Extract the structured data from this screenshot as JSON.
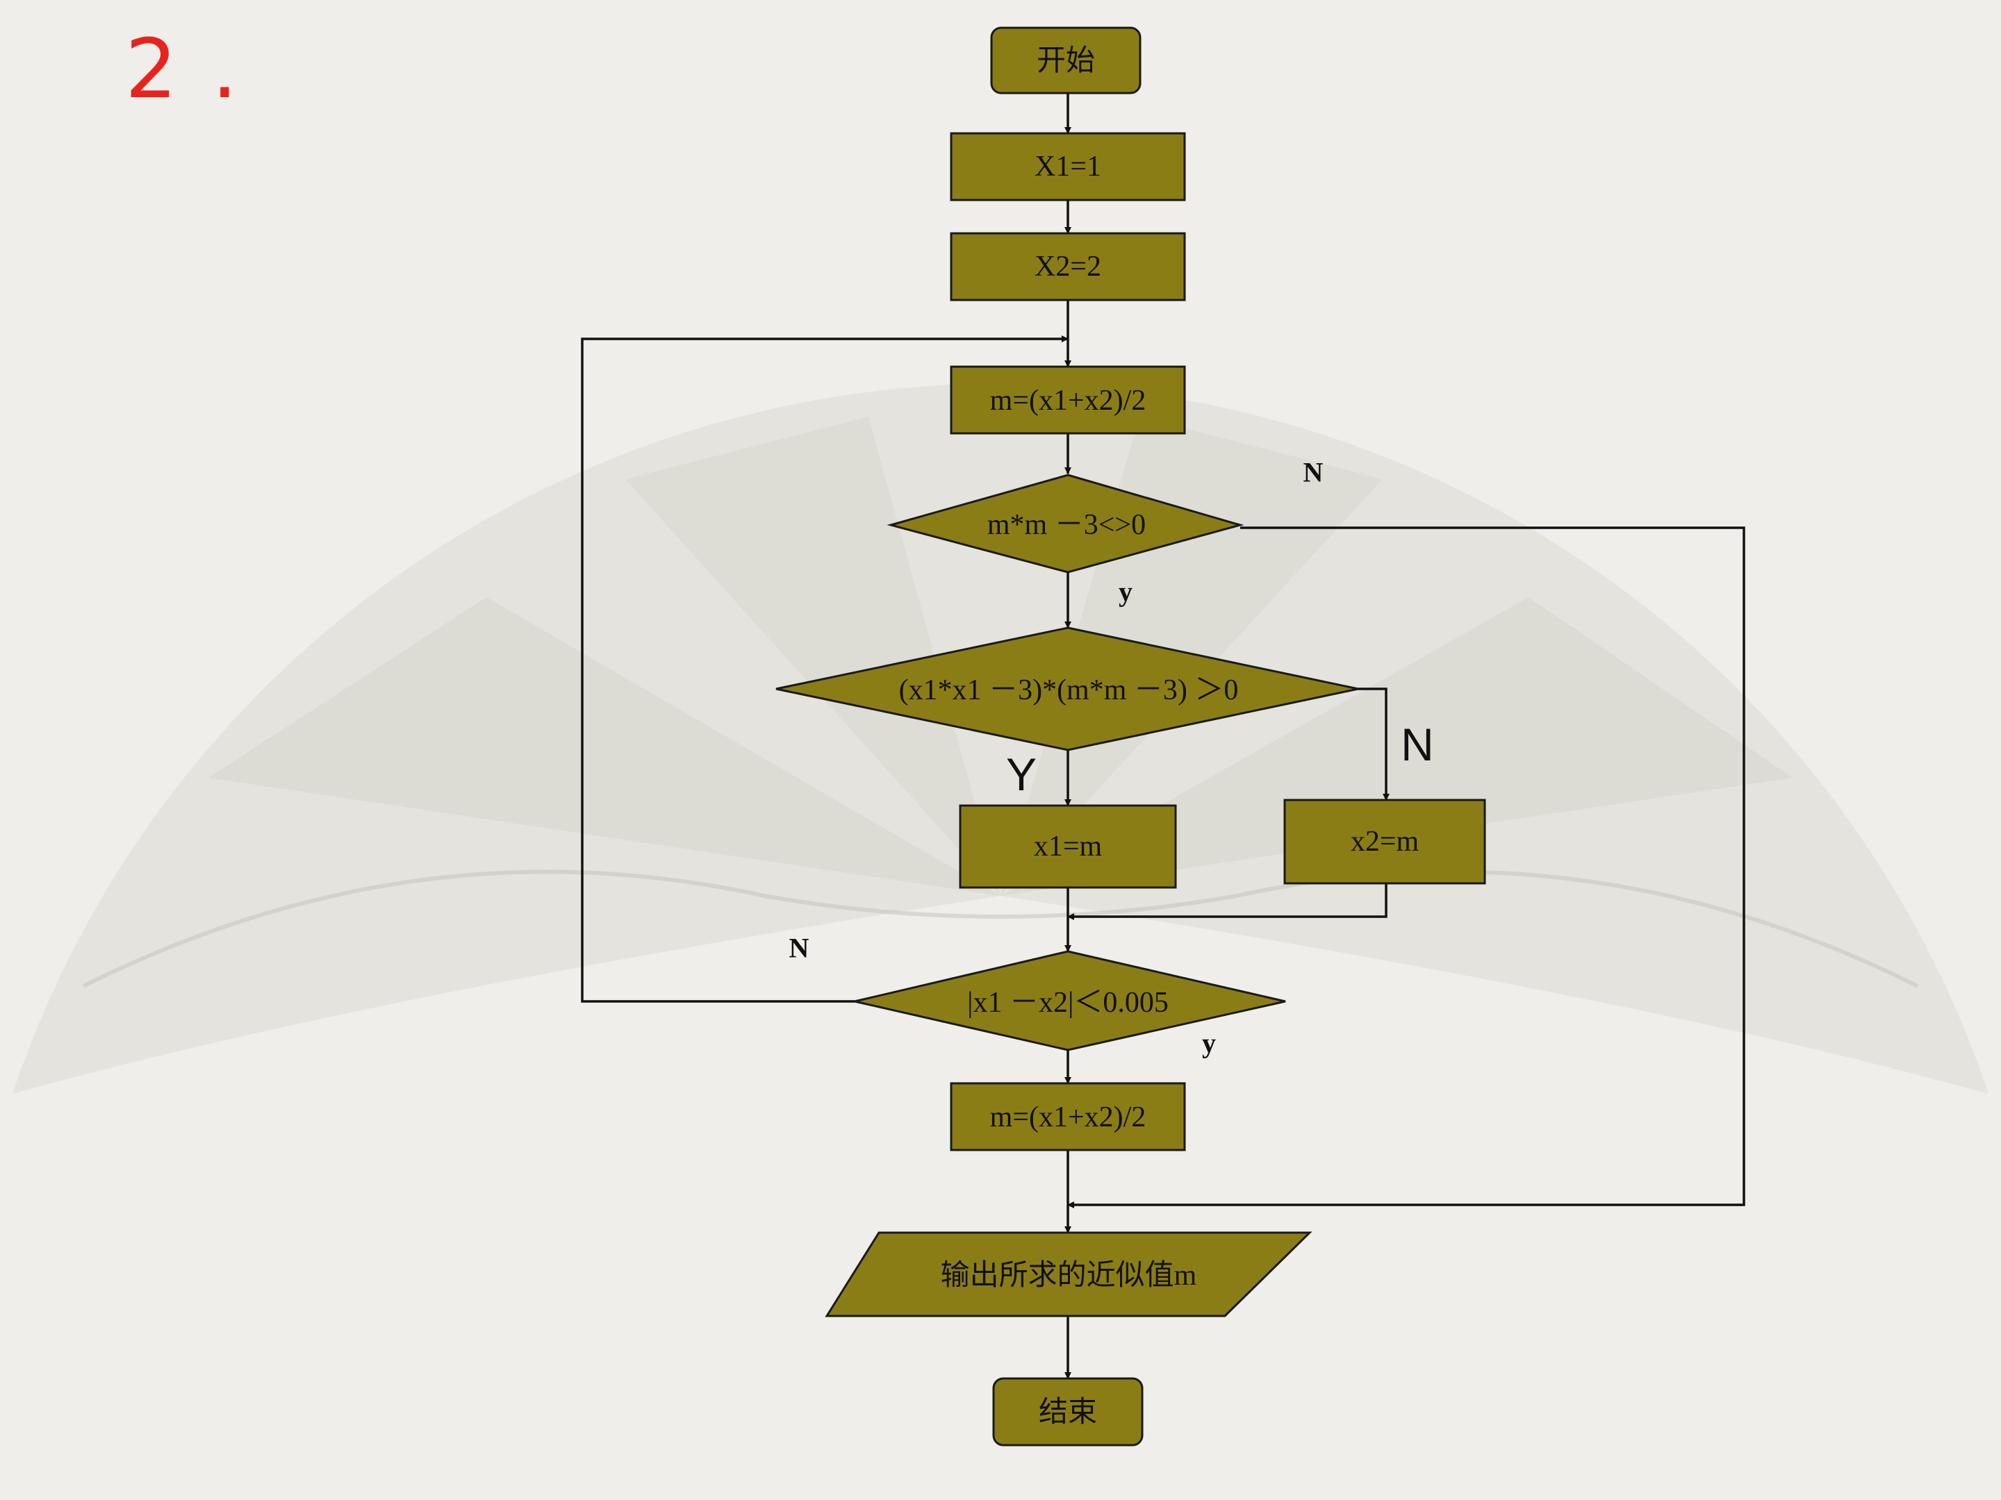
{
  "slide_number": "2 .",
  "colors": {
    "node_fill": "#8b7d16",
    "node_stroke": "#1a1a1a",
    "line": "#111111",
    "label_red": "#e8231e",
    "background": "#efeeea",
    "fan": "#dfded6"
  },
  "nodes": {
    "start": "开始",
    "x1_init": "X1=1",
    "x2_init": "X2=2",
    "mid_calc": "m=(x1+x2)/2",
    "cond_nonzero": "m*m －3<>0",
    "cond_sign": "(x1*x1 －3)*(m*m －3) ＞0",
    "assign_x1": "x1=m",
    "assign_x2": "x2=m",
    "cond_tolerance": "|x1 －x2|＜0.005",
    "mid_calc_final": "m=(x1+x2)/2",
    "output": "输出所求的近似值m",
    "end": "结束"
  },
  "edge_labels": {
    "nonzero_no": "N",
    "nonzero_yes": "y",
    "sign_yes": "Y",
    "sign_no": "N",
    "tolerance_no": "N",
    "tolerance_yes": "y"
  }
}
